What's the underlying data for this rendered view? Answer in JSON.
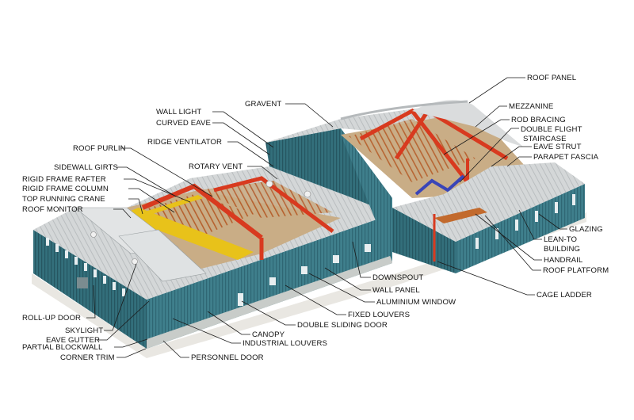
{
  "diagram": {
    "labels": {
      "roof_panel": "ROOF PANEL",
      "gravent": "GRAVENT",
      "mezzanine": "MEZZANINE",
      "wall_light": "WALL LIGHT",
      "rod_bracing": "ROD BRACING",
      "curved_eave": "CURVED EAVE",
      "double_flight_staircase_1": "DOUBLE FLIGHT",
      "double_flight_staircase_2": "STAIRCASE",
      "ridge_ventilator": "RIDGE VENTILATOR",
      "eave_strut": "EAVE STRUT",
      "roof_purlin": "ROOF PURLIN",
      "parapet_fascia": "PARAPET FASCIA",
      "sidewall_girts": "SIDEWALL GIRTS",
      "rotary_vent": "ROTARY VENT",
      "rigid_frame_rafter": "RIGID FRAME RAFTER",
      "rigid_frame_column": "RIGID FRAME COLUMN",
      "top_running_crane": "TOP RUNNING CRANE",
      "roof_monitor": "ROOF MONITOR",
      "glazing": "GLAZING",
      "lean_to_building_1": "LEAN-TO",
      "lean_to_building_2": "BUILDING",
      "handrail": "HANDRAIL",
      "roof_platform": "ROOF PLATFORM",
      "downspout": "DOWNSPOUT",
      "wall_panel": "WALL PANEL",
      "aluminium_window": "ALUMINIUM WINDOW",
      "cage_ladder": "CAGE LADDER",
      "fixed_louvers": "FIXED LOUVERS",
      "roll_up_door": "ROLL-UP DOOR",
      "double_sliding_door": "DOUBLE SLIDING DOOR",
      "skylight": "SKYLIGHT",
      "canopy": "CANOPY",
      "eave_gutter": "EAVE GUTTER",
      "industrial_louvers": "INDUSTRIAL LOUVERS",
      "partial_blockwall": "PARTIAL BLOCKWALL",
      "corner_trim": "CORNER TRIM",
      "personnel_door": "PERSONNEL DOOR"
    },
    "colors": {
      "wall_teal": "#3f7f8c",
      "wall_dark": "#2c5e69",
      "roof_grey": "#cfd2d3",
      "frame_red": "#d83a1f",
      "crane_yellow": "#e8c21a",
      "stair_blue": "#3a45b8",
      "floor_tan": "#c9ad86"
    }
  }
}
